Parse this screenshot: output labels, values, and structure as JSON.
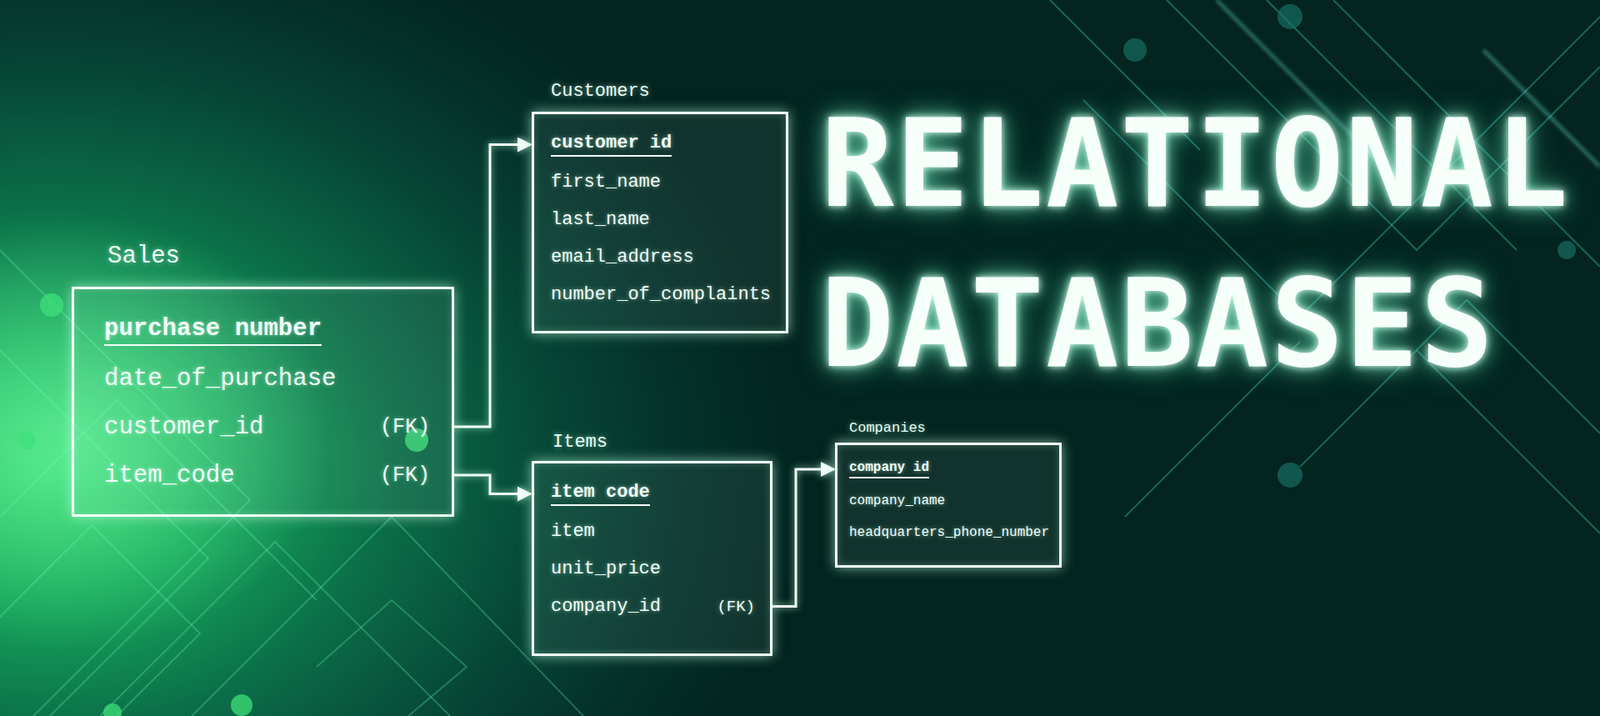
{
  "diagram": {
    "title": "RELATIONAL DATABASES",
    "nodes": [
      {
        "text": [
          "Sales",
          "purchase number",
          "date_of_purchase",
          "customer_id",
          "(FK)",
          "item_code",
          "(FK)"
        ]
      },
      {
        "text": [
          "Customers",
          "customer id",
          "first_name",
          "last_name",
          "email_address",
          "number_of_complaints"
        ]
      },
      {
        "text": [
          "Items",
          "item code",
          "item",
          "unit_price",
          "company_id",
          "(FK)"
        ]
      },
      {
        "text": [
          "Companies",
          "company id",
          "company_name",
          "headquarters_phone_number"
        ]
      }
    ],
    "edges": [
      {
        "from": 0,
        "to": 1,
        "arrow": "to"
      },
      {
        "from": 0,
        "to": 2,
        "arrow": "to"
      },
      {
        "from": 2,
        "to": 3,
        "arrow": "to"
      }
    ]
  }
}
